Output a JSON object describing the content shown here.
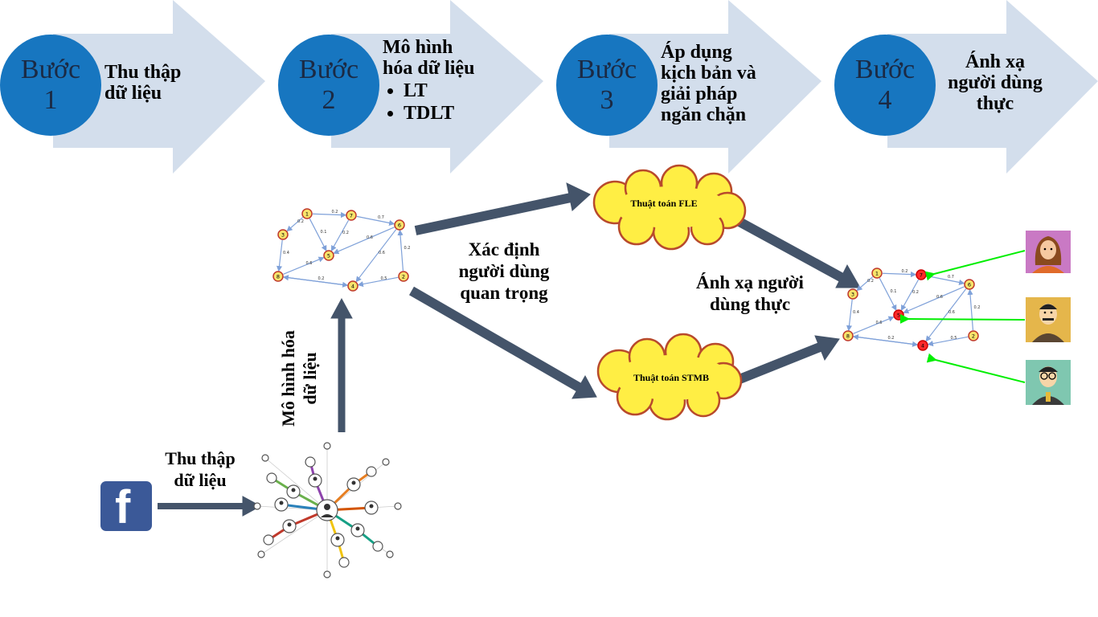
{
  "steps": [
    {
      "word": "Bước",
      "num": "1",
      "desc_lines": [
        "Thu thập",
        "dữ liệu"
      ],
      "bullets": []
    },
    {
      "word": "Bước",
      "num": "2",
      "desc_lines": [
        "Mô hình",
        "hóa dữ liệu"
      ],
      "bullets": [
        "LT",
        "TDLT"
      ]
    },
    {
      "word": "Bước",
      "num": "3",
      "desc_lines": [
        "Áp dụng",
        "kịch bản và",
        "giải pháp",
        "ngăn chặn"
      ],
      "bullets": []
    },
    {
      "word": "Bước",
      "num": "4",
      "desc_lines": [
        "Ánh xạ",
        "người dùng",
        "thực"
      ],
      "bullets": []
    }
  ],
  "labels": {
    "collect": "Thu thập dữ liệu",
    "modeling": "Mô hình hóa dữ liệu",
    "identify": "Xác định người dùng quan trọng",
    "map": "Ánh xạ người dùng thực"
  },
  "clouds": {
    "fle": "Thuật toán FLE",
    "stmb": "Thuật toán STMB"
  },
  "graph_small": {
    "nodes": [
      "1",
      "7",
      "6",
      "3",
      "5",
      "2",
      "8",
      "4"
    ],
    "edge_weights": [
      "0.2",
      "0.7",
      "0.2",
      "0.1",
      "0.2",
      "0.6",
      "0.2",
      "0.6",
      "0.4",
      "0.6",
      "0.2",
      "0.5"
    ]
  },
  "graph_large": {
    "nodes": [
      "1",
      "7",
      "6",
      "3",
      "5",
      "2",
      "8",
      "4"
    ],
    "highlighted": [
      "7",
      "5",
      "4"
    ],
    "edge_weights": [
      "0.2",
      "0.7",
      "0.2",
      "0.1",
      "0.2",
      "0.6",
      "0.2",
      "0.6",
      "0.4",
      "0.6",
      "0.2",
      "0.5"
    ]
  },
  "icons": {
    "facebook": "facebook-icon",
    "social_network": "social-network-icon",
    "users": [
      "user-woman-icon",
      "user-man-icon",
      "user-man-glasses-icon"
    ]
  },
  "colors": {
    "circle": "#1776c0",
    "chevron": "#d3deec",
    "arrow": "#44546a",
    "cloud": "#ffee44",
    "cloud_border": "#b84a2c",
    "node": "#f7e36b",
    "node_red": "#ff2a2a",
    "green": "#00ee00"
  }
}
